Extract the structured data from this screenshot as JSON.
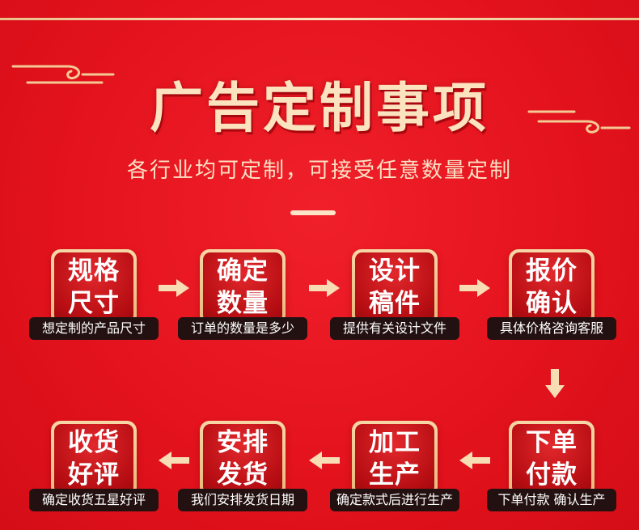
{
  "title": "广告定制事项",
  "subtitle": "各行业均可定制，可接受任意数量定制",
  "steps": [
    {
      "line1": "规格",
      "line2": "尺寸",
      "caption": "想定制的产品尺寸"
    },
    {
      "line1": "确定",
      "line2": "数量",
      "caption": "订单的数量是多少"
    },
    {
      "line1": "设计",
      "line2": "稿件",
      "caption": "提供有关设计文件"
    },
    {
      "line1": "报价",
      "line2": "确认",
      "caption": "具体价格咨询客服"
    },
    {
      "line1": "下单",
      "line2": "付款",
      "caption": "下单付款 确认生产"
    },
    {
      "line1": "加工",
      "line2": "生产",
      "caption": "确定款式后进行生产"
    },
    {
      "line1": "安排",
      "line2": "发货",
      "caption": "我们安排发货日期"
    },
    {
      "line1": "收货",
      "line2": "好评",
      "caption": "确定收货五星好评"
    }
  ],
  "colors": {
    "background": "#e4131d",
    "gold": "#f7d7a6",
    "tile": "#c4141a",
    "caption_bg": "#231010"
  },
  "icons": [
    "cloud-ornament-icon",
    "arrow-right-icon",
    "arrow-down-icon",
    "arrow-left-icon"
  ]
}
